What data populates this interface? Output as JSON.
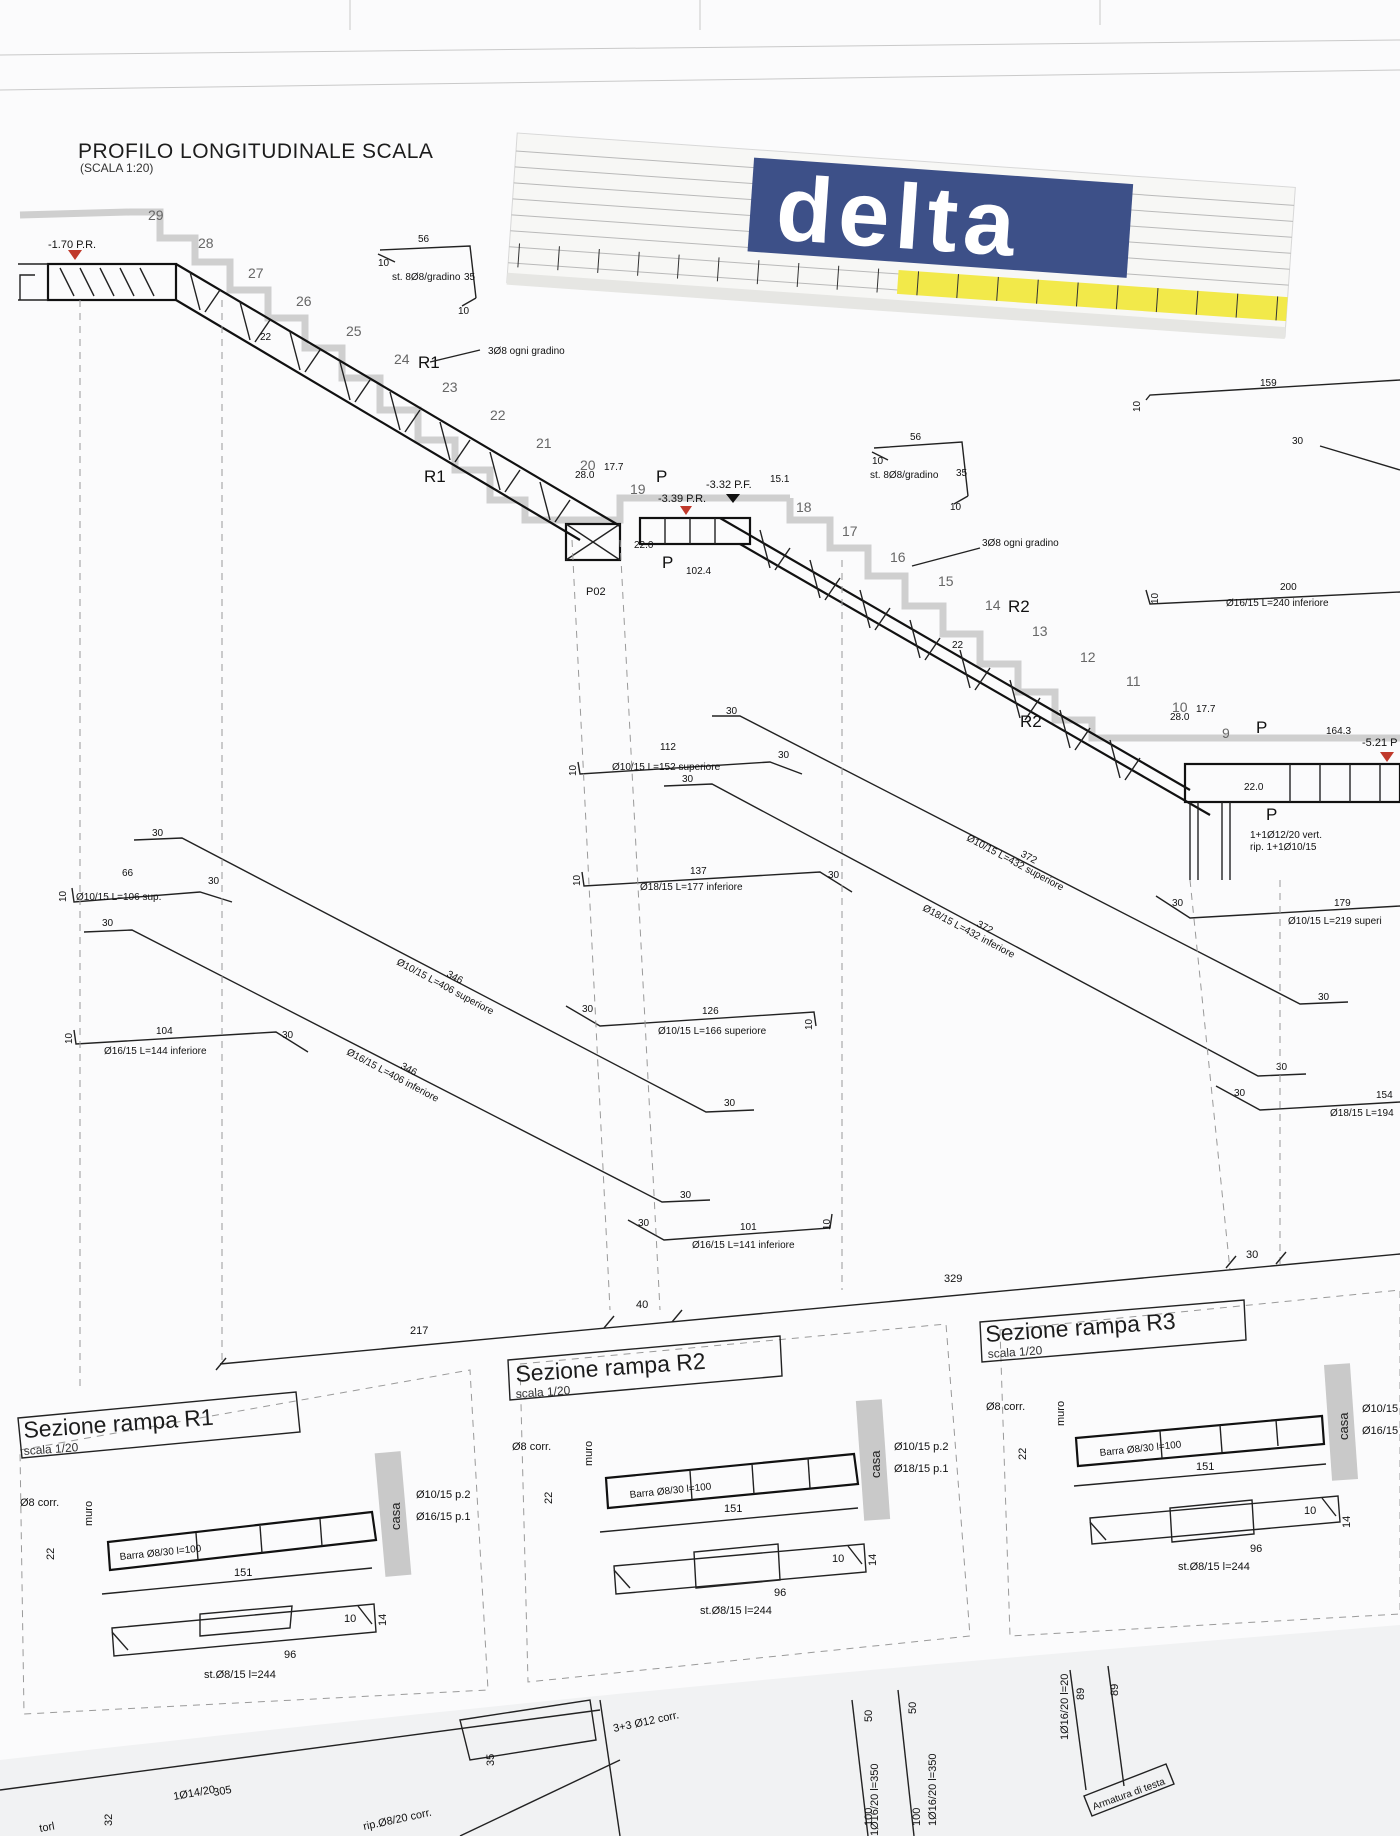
{
  "sheet": {
    "title": "PROFILO LONGITUDINALE SCALA",
    "scale": "(SCALA 1:20)"
  },
  "levels": {
    "l1": "-1.70 P.R.",
    "l2": "-3.39 P.R.",
    "l3": "-3.32 P.F.",
    "l4": "-5.21 P"
  },
  "step_numbers": [
    "29",
    "28",
    "27",
    "26",
    "25",
    "24",
    "23",
    "22",
    "21",
    "20",
    "19",
    "18",
    "17",
    "16",
    "15",
    "14",
    "13",
    "12",
    "11",
    "10",
    "9"
  ],
  "ramp_tags": {
    "r1_top": "R1",
    "r1_bottom": "R1",
    "r2_top": "R2",
    "r2_bottom": "R2",
    "p1": "P",
    "p2": "P",
    "p3": "P",
    "p4": "P",
    "p02": "P02"
  },
  "stirrup_notes": {
    "st1": "st. 8Ø8/gradino",
    "st1_top": "56",
    "st1_left": "10",
    "st1_right": "35",
    "st1_bottom": "10",
    "st2": "st. 8Ø8/gradino",
    "st2_top": "56",
    "st2_left": "10",
    "st2_right": "35",
    "st2_bottom": "10",
    "bars1": "3Ø8 ogni gradino",
    "bars2": "3Ø8 ogni gradino"
  },
  "dims": {
    "d280a": "28.0",
    "d177a": "17.7",
    "d151": "15.1",
    "d220a": "22.0",
    "d1024": "102.4",
    "d220b": "22.0",
    "d280b": "28.0",
    "d177b": "17.7",
    "d1643": "164.3",
    "d22a": "22",
    "d22b": "22",
    "d159": "159",
    "d30r": "30",
    "d10r": "10",
    "d200": "200",
    "d10r2": "10",
    "d217": "217",
    "d40": "40",
    "d329": "329",
    "d30b": "30"
  },
  "rebars": {
    "b1_top": "66",
    "b1_label": "Ø10/15  L=106 sup.",
    "b1_left": "10",
    "b1_right": "30",
    "b2_a": "30",
    "b2_len": "346",
    "b2_label": "Ø10/15  L=406 superiore",
    "b2_end": "30",
    "b3_a": "30",
    "b3_len": "346",
    "b3_label": "Ø16/15  L=406 inferiore",
    "b3_end": "30",
    "b4_top": "104",
    "b4_label": "Ø16/15  L=144 inferiore",
    "b4_left": "10",
    "b4_right": "30",
    "b5_top": "112",
    "b5_label": "Ø10/15  L=152 superiore",
    "b5_left": "10",
    "b5_right": "30",
    "b6_a": "30",
    "b6_len": "372",
    "b6_label": "Ø10/15  L=432 superiore",
    "b6_end": "30",
    "b7_a": "30",
    "b7_len": "372",
    "b7_label": "Ø18/15  L=432 inferiore",
    "b7_end": "30",
    "b8_top": "137",
    "b8_label": "Ø18/15  L=177 inferiore",
    "b8_left": "10",
    "b8_right": "30",
    "b9_top": "126",
    "b9_label": "Ø10/15  L=166 superiore",
    "b9_left": "30",
    "b9_right": "10",
    "b10_top": "101",
    "b10_label": "Ø16/15  L=141 inferiore",
    "b10_left": "30",
    "b10_right": "10",
    "b11_top": "179",
    "b11_label": "Ø10/15  L=219 superi",
    "b11_left": "30",
    "b12_top": "154",
    "b12_label": "Ø18/15 L=194",
    "b12_left": "30",
    "b13_label": "Ø16/15  L=240 inferiore",
    "pillar1": "1+1Ø12/20 vert.",
    "pillar2": "rip. 1+1Ø10/15"
  },
  "sections": [
    {
      "title": "Sezione rampa R1",
      "scale": "scala 1/20",
      "corr": "Ø8 corr.",
      "muro": "muro",
      "casa": "casa",
      "bar_a": "Ø10/15 p.2",
      "bar_b": "Ø16/15 p.1",
      "h": "22",
      "w": "151",
      "st_a": "10",
      "st_b": "14",
      "st_w": "96",
      "st_label": "st.Ø8/15 l=244",
      "inner": "Barra Ø8/30 l=100"
    },
    {
      "title": "Sezione rampa R2",
      "scale": "scala 1/20",
      "corr": "Ø8 corr.",
      "muro": "muro",
      "casa": "casa",
      "bar_a": "Ø10/15 p.2",
      "bar_b": "Ø18/15 p.1",
      "h": "22",
      "w": "151",
      "st_a": "10",
      "st_b": "14",
      "st_w": "96",
      "st_label": "st.Ø8/15 l=244",
      "inner": "Barra Ø8/30 l=100"
    },
    {
      "title": "Sezione rampa R3",
      "scale": "scala 1/20",
      "corr": "Ø8 corr.",
      "muro": "muro",
      "casa": "casa",
      "bar_a": "Ø10/15",
      "bar_b": "Ø16/15",
      "h": "22",
      "w": "151",
      "st_a": "10",
      "st_b": "14",
      "st_w": "96",
      "st_label": "st.Ø8/15 l=244",
      "inner": "Barra Ø8/30 l=100"
    }
  ],
  "ruler": {
    "brand": "delta",
    "brand_color": "#3d5088",
    "yellow": "#f2e94a"
  },
  "bottom_sheet": {
    "t1": "3+3 Ø12 corr.",
    "t2": "rip.Ø8/20 corr.",
    "t3": "1Ø14/20",
    "t4": "305",
    "t5": "35",
    "t6": "32",
    "t7": "1Ø16/20 l=350",
    "t8": "1Ø16/20 l=350",
    "t9": "1Ø16/20 l=20",
    "t10": "50",
    "t11": "50",
    "t12": "100",
    "t13": "100",
    "t14": "89",
    "t15": "89",
    "t16": "Armatura di testa",
    "t17": "torl"
  }
}
